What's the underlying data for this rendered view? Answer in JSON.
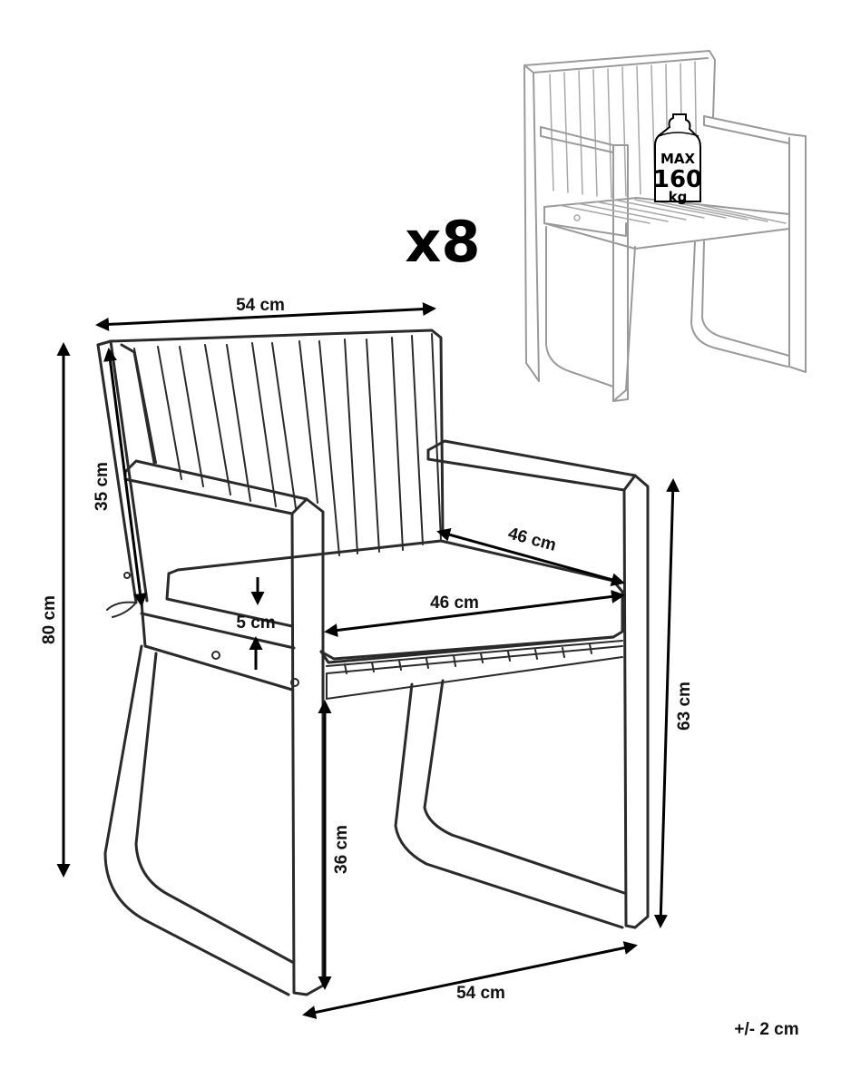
{
  "quantity_label": "x8",
  "tolerance": "+/- 2 cm",
  "weight_badge": {
    "max": "MAX",
    "value": "160",
    "unit": "kg"
  },
  "dimensions": {
    "top_width": "54 cm",
    "total_height": "80 cm",
    "armrest_height": "63 cm",
    "backrest_height": "35 cm",
    "seat_depth": "46 cm",
    "seat_width": "46 cm",
    "cushion_thickness": "5 cm",
    "seat_height": "36 cm",
    "base_width": "54 cm"
  }
}
